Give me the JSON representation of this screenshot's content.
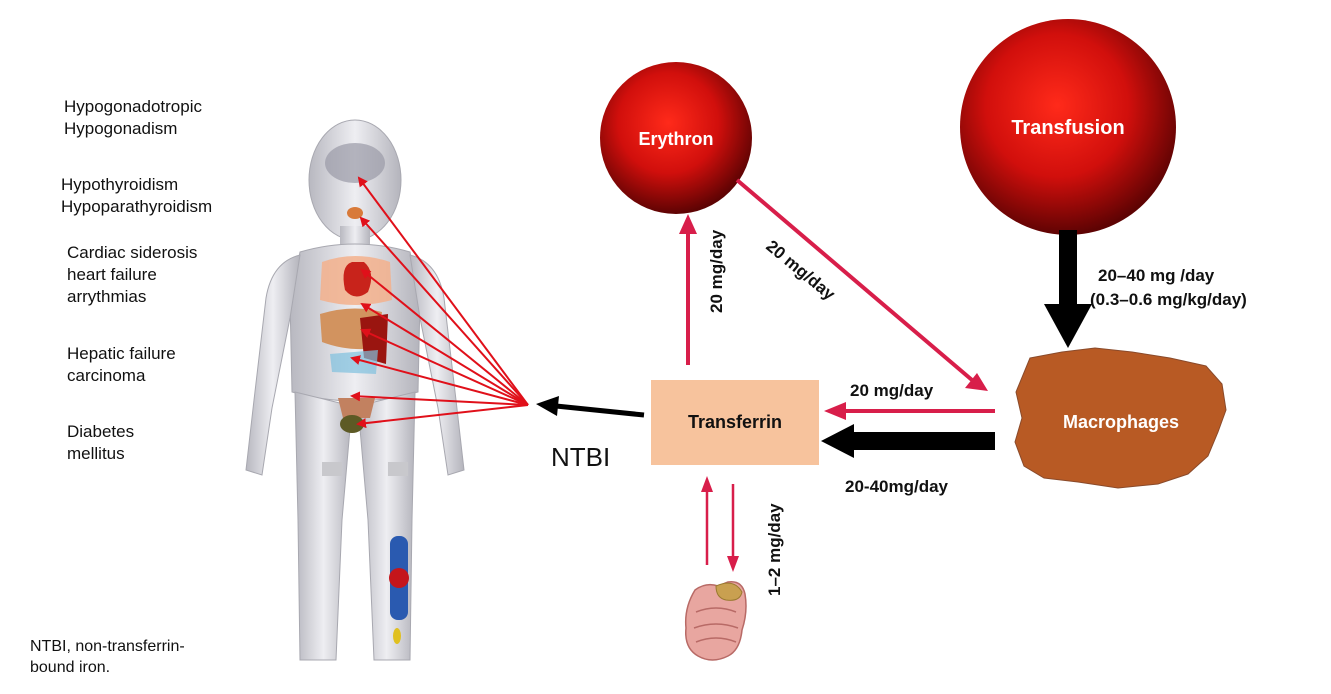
{
  "organ_effects": [
    {
      "id": "pituitary",
      "label": "Hypogonadotropic\nHypogonadism"
    },
    {
      "id": "thyroid",
      "label": "Hypothyroidism\nHypoparathyroidism"
    },
    {
      "id": "heart",
      "label": "Cardiac siderosis\nheart failure\narrythmias"
    },
    {
      "id": "liver",
      "label": "Hepatic failure\ncarcinoma"
    },
    {
      "id": "pancreas",
      "label": "Diabetes\nmellitus"
    }
  ],
  "nodes": {
    "erythron": "Erythron",
    "transfusion": "Transfusion",
    "transferrin": "Transferrin",
    "macrophages": "Macrophages"
  },
  "flows": {
    "transferrin_to_erythron": "20 mg/day",
    "erythron_to_macrophages": "20 mg/day",
    "transfusion_to_macrophages_line1": "20–40 mg /day",
    "transfusion_to_macrophages_line2": "(0.3–0.6 mg/kg/day)",
    "macrophages_to_transferrin_red": "20 mg/day",
    "macrophages_to_transferrin_black": "20-40mg/day",
    "gut_exchange": "1–2 mg/day"
  },
  "ntbi_label": "NTBI",
  "footnote": "NTBI, non-transferrin-\nbound iron.",
  "colors": {
    "red_arrow": "#d81e4a",
    "organ_arrow": "#e0101a",
    "black_arrow": "#000000",
    "transferrin_box": "#f7c39d",
    "macrophage_fill": "#b85a24",
    "sphere_core": "#e2120f",
    "sphere_edge": "#6e0505"
  }
}
